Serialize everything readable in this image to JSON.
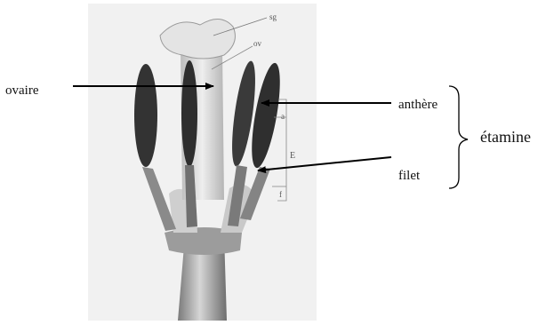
{
  "labels": {
    "ovary": "ovaire",
    "anther": "anthère",
    "filament": "filet",
    "stamen": "étamine"
  },
  "photo_marks": {
    "stigma": "sg",
    "ovary": "ov",
    "anther": "a",
    "stamen": "E",
    "filament": "f"
  }
}
